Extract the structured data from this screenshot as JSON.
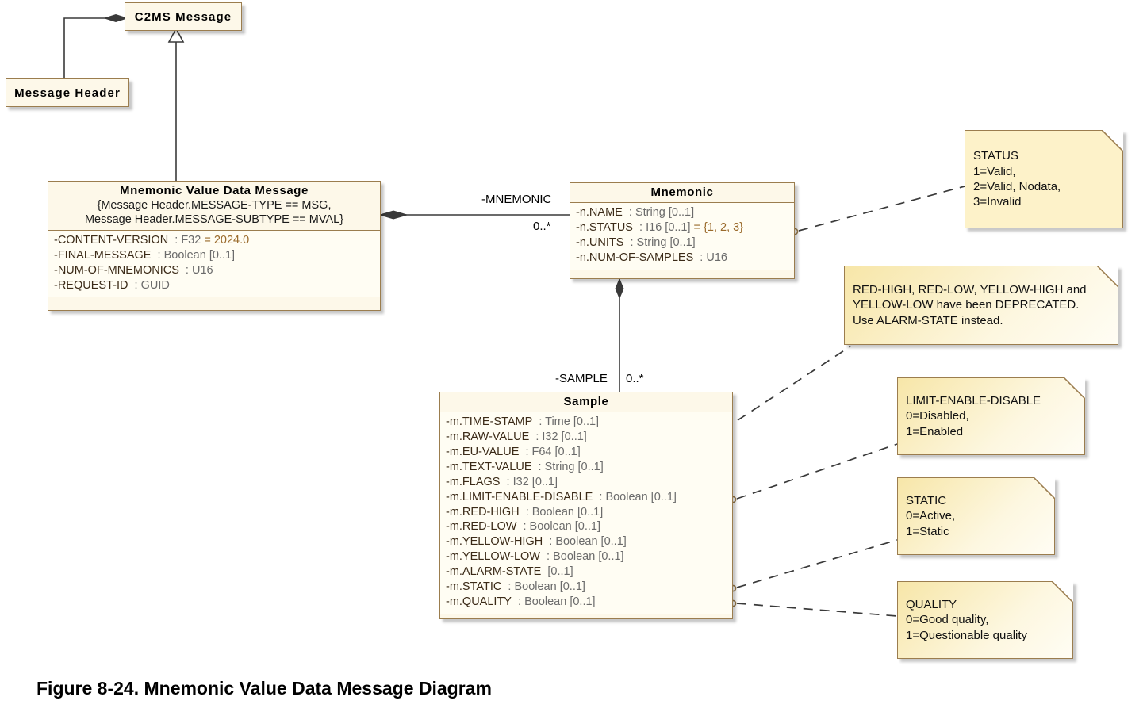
{
  "figure": {
    "caption": "Figure 8-24.  Mnemonic Value Data Message Diagram"
  },
  "colors": {
    "class_fill": "#fdf8e9",
    "class_border": "#9b7d4e",
    "note_fill": "#fdf2c9",
    "attr_text": "#5a5a5a",
    "default_value_text": "#9a6a2b",
    "line": "#3a3a3a",
    "page_background": "#ffffff"
  },
  "classes": {
    "c2ms_message": {
      "title": "C2MS Message"
    },
    "message_header": {
      "title": "Message Header"
    },
    "mnemonic_value_data_message": {
      "title": "Mnemonic Value Data Message",
      "constraint_line1": "{Message Header.MESSAGE-TYPE == MSG,",
      "constraint_line2": "Message Header.MESSAGE-SUBTYPE == MVAL}",
      "attributes": [
        {
          "name": "-CONTENT-VERSION",
          "type": ": F32",
          "default": "= 2024.0"
        },
        {
          "name": "-FINAL-MESSAGE",
          "type": ": Boolean [0..1]",
          "default": ""
        },
        {
          "name": "-NUM-OF-MNEMONICS",
          "type": ": U16",
          "default": ""
        },
        {
          "name": "-REQUEST-ID",
          "type": ": GUID",
          "default": ""
        }
      ]
    },
    "mnemonic": {
      "title": "Mnemonic",
      "attributes": [
        {
          "name": "-n.NAME",
          "type": ": String [0..1]",
          "default": ""
        },
        {
          "name": "-n.STATUS",
          "type": ": I16 [0..1]",
          "default": "= {1, 2, 3}"
        },
        {
          "name": "-n.UNITS",
          "type": ": String [0..1]",
          "default": ""
        },
        {
          "name": "-n.NUM-OF-SAMPLES",
          "type": ": U16",
          "default": ""
        }
      ]
    },
    "sample": {
      "title": "Sample",
      "attributes": [
        {
          "name": "-m.TIME-STAMP",
          "type": ": Time [0..1]",
          "default": ""
        },
        {
          "name": "-m.RAW-VALUE",
          "type": ": I32 [0..1]",
          "default": ""
        },
        {
          "name": "-m.EU-VALUE",
          "type": ": F64 [0..1]",
          "default": ""
        },
        {
          "name": "-m.TEXT-VALUE",
          "type": ": String [0..1]",
          "default": ""
        },
        {
          "name": "-m.FLAGS",
          "type": ": I32 [0..1]",
          "default": ""
        },
        {
          "name": "-m.LIMIT-ENABLE-DISABLE",
          "type": ": Boolean [0..1]",
          "default": ""
        },
        {
          "name": "-m.RED-HIGH",
          "type": ": Boolean [0..1]",
          "default": ""
        },
        {
          "name": "-m.RED-LOW",
          "type": ": Boolean [0..1]",
          "default": ""
        },
        {
          "name": "-m.YELLOW-HIGH",
          "type": ": Boolean [0..1]",
          "default": ""
        },
        {
          "name": "-m.YELLOW-LOW",
          "type": ": Boolean [0..1]",
          "default": ""
        },
        {
          "name": "-m.ALARM-STATE",
          "type": "[0..1]",
          "default": ""
        },
        {
          "name": "-m.STATIC",
          "type": ": Boolean [0..1]",
          "default": ""
        },
        {
          "name": "-m.QUALITY",
          "type": ": Boolean [0..1]",
          "default": ""
        }
      ]
    }
  },
  "associations": {
    "mvdm_to_mnemonic": {
      "role": "-MNEMONIC",
      "multiplicity": "0..*"
    },
    "mnemonic_to_sample": {
      "role": "-SAMPLE",
      "multiplicity": "0..*"
    }
  },
  "notes": {
    "status": {
      "text": "STATUS\n1=Valid,\n2=Valid, Nodata,\n3=Invalid"
    },
    "deprecated": {
      "text": "RED-HIGH, RED-LOW, YELLOW-HIGH and\nYELLOW-LOW have been DEPRECATED.\nUse ALARM-STATE instead."
    },
    "limit_enable_disable": {
      "text": "LIMIT-ENABLE-DISABLE\n0=Disabled,\n1=Enabled"
    },
    "static": {
      "text": "STATIC\n0=Active,\n1=Static"
    },
    "quality": {
      "text": "QUALITY\n0=Good quality,\n1=Questionable quality"
    }
  }
}
